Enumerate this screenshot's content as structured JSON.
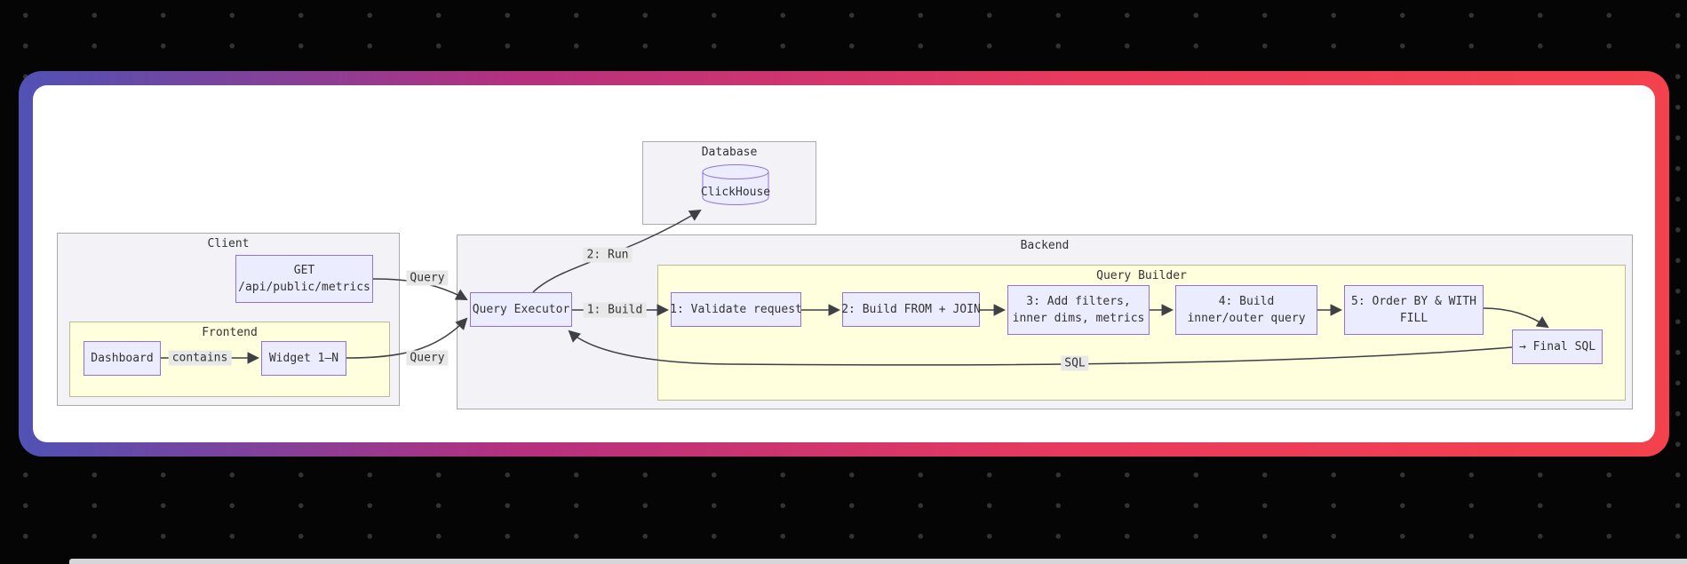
{
  "colors": {
    "page-bg": "#050505",
    "dot": "#333333",
    "gradient-left": "#5052b4",
    "gradient-mid1": "#b5307f",
    "gradient-mid2": "#ea3a5c",
    "gradient-right": "#f4414e",
    "canvas-bg": "#ffffff",
    "node-fill": "#ECECFF",
    "node-border": "#9370DB",
    "cluster-fill": "#f2f2f7",
    "cluster-border": "#aaaaaa",
    "alt-cluster-fill": "#ffffde",
    "alt-cluster-border": "#bbbb99",
    "edge-color": "#3f3f46",
    "edge-label-bg": "#e8e8e8",
    "text": "#333333"
  },
  "diagram": {
    "clusters": {
      "database": "Database",
      "client": "Client",
      "frontend": "Frontend",
      "backend": "Backend",
      "query_builder": "Query Builder"
    },
    "nodes": {
      "clickhouse": "ClickHouse",
      "get_endpoint_line1": "GET",
      "get_endpoint_line2": "/api/public/metrics",
      "dashboard": "Dashboard",
      "widget": "Widget 1–N",
      "query_executor": "Query Executor",
      "step1": "1: Validate request",
      "step2": "2: Build FROM + JOIN",
      "step3_line1": "3: Add filters,",
      "step3_line2": "inner dims, metrics",
      "step4_line1": "4: Build",
      "step4_line2": "inner/outer query",
      "step5_line1": "5: Order BY & WITH",
      "step5_line2": "FILL",
      "final_sql": "→ Final SQL"
    },
    "edge_labels": {
      "query_top": "Query",
      "query_bottom": "Query",
      "run": "2: Run",
      "build": "1: Build",
      "contains": "contains",
      "sql": "SQL"
    }
  }
}
